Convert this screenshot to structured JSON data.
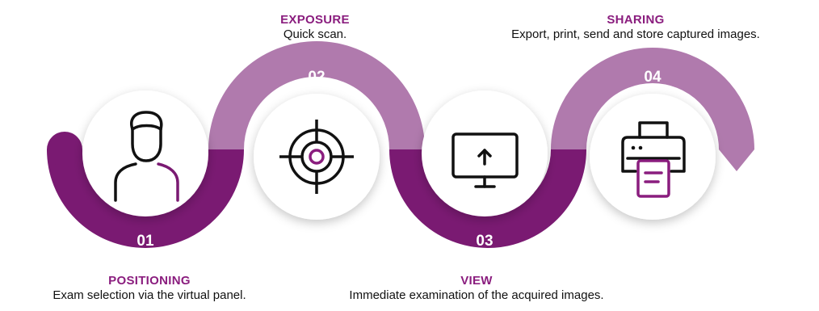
{
  "colors": {
    "dark_purple": "#7a1a72",
    "light_purple": "#b07aad",
    "title_purple": "#8a1d7e",
    "icon_dark": "#111111",
    "number_text": "#ffffff"
  },
  "steps": [
    {
      "number": "01",
      "title": "POSITIONING",
      "description": "Exam selection via the virtual panel.",
      "icon": "person-icon"
    },
    {
      "number": "02",
      "title": "EXPOSURE",
      "description": "Quick scan.",
      "icon": "target-icon"
    },
    {
      "number": "03",
      "title": "VIEW",
      "description": "Immediate examination of the acquired images.",
      "icon": "monitor-upload-icon"
    },
    {
      "number": "04",
      "title": "SHARING",
      "description": "Export, print, send and store captured images.",
      "icon": "printer-icon"
    }
  ]
}
